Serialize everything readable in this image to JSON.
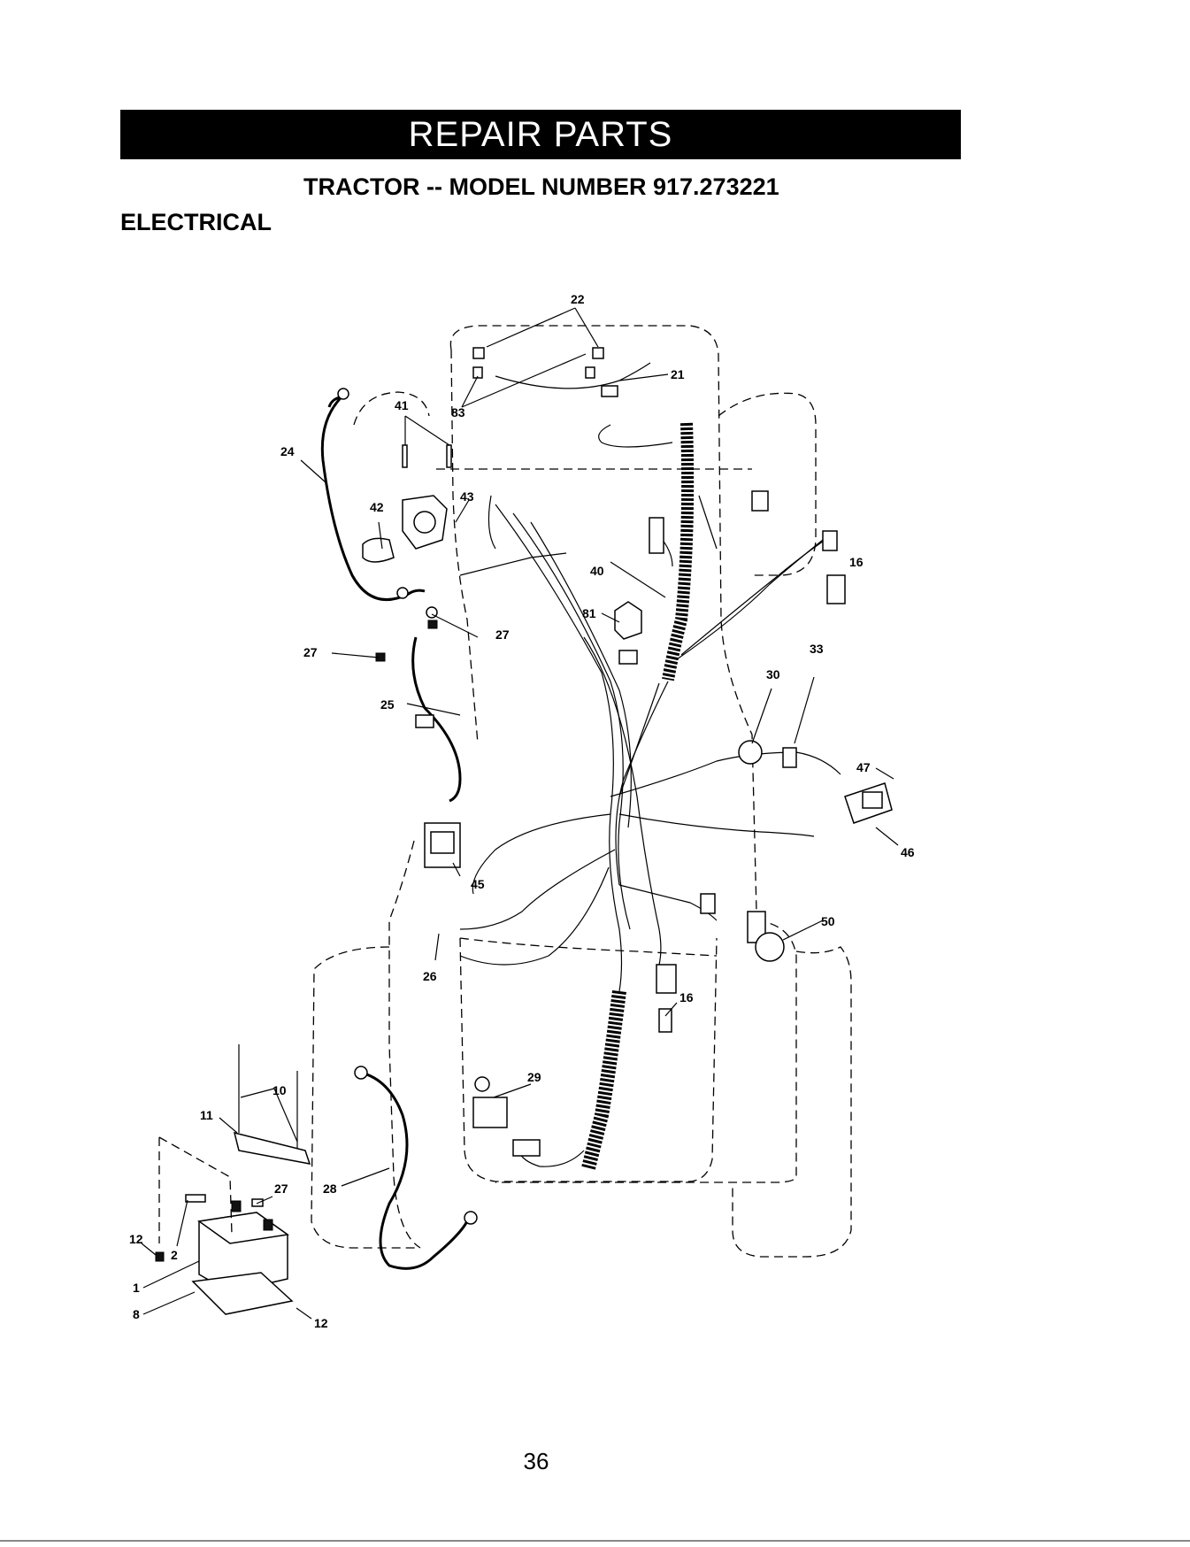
{
  "header": {
    "banner_title": "REPAIR PARTS"
  },
  "subtitle": "TRACTOR -- MODEL NUMBER 917.273221",
  "section_title": "ELECTRICAL",
  "diagram": {
    "callouts": [
      "22",
      "21",
      "83",
      "41",
      "24",
      "43",
      "42",
      "40",
      "81",
      "16",
      "33",
      "30",
      "27",
      "27",
      "25",
      "47",
      "46",
      "45",
      "50",
      "26",
      "16",
      "29",
      "10",
      "11",
      "27",
      "28",
      "12",
      "2",
      "1",
      "8",
      "12"
    ]
  },
  "footer": {
    "page_number": "36"
  }
}
